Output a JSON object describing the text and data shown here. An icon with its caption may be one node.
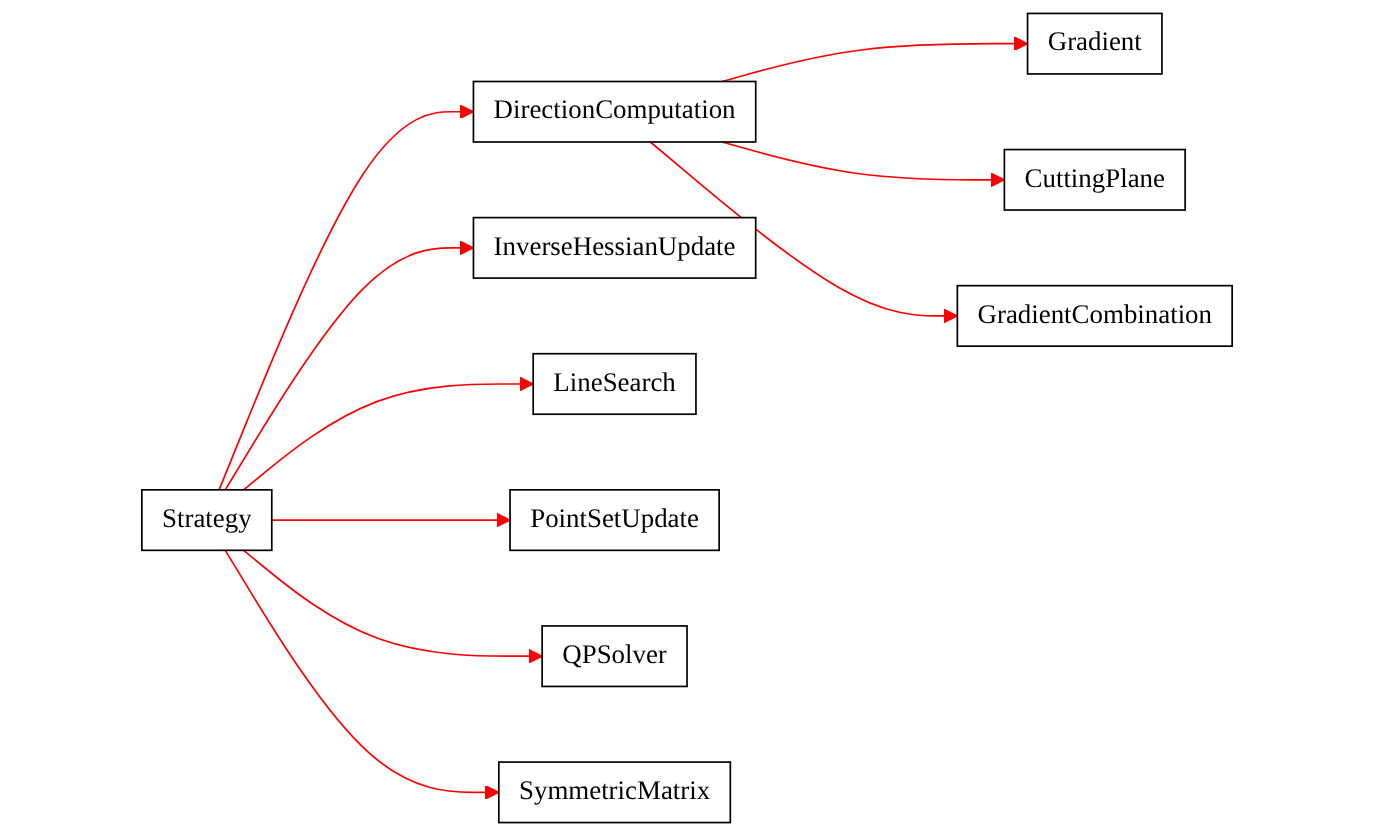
{
  "diagram": {
    "nodes": [
      {
        "text": [
          "Strategy"
        ]
      },
      {
        "text": [
          "DirectionComputation"
        ]
      },
      {
        "text": [
          "InverseHessianUpdate"
        ]
      },
      {
        "text": [
          "LineSearch"
        ]
      },
      {
        "text": [
          "PointSetUpdate"
        ]
      },
      {
        "text": [
          "QPSolver"
        ]
      },
      {
        "text": [
          "SymmetricMatrix"
        ]
      },
      {
        "text": [
          "Gradient"
        ]
      },
      {
        "text": [
          "CuttingPlane"
        ]
      },
      {
        "text": [
          "GradientCombination"
        ]
      }
    ],
    "edges": [
      {
        "from": 0,
        "to": 1,
        "arrow": "to",
        "color": "#ff0000"
      },
      {
        "from": 0,
        "to": 2,
        "arrow": "to",
        "color": "#ff0000"
      },
      {
        "from": 0,
        "to": 3,
        "arrow": "to",
        "color": "#ff0000"
      },
      {
        "from": 0,
        "to": 4,
        "arrow": "to",
        "color": "#ff0000"
      },
      {
        "from": 0,
        "to": 5,
        "arrow": "to",
        "color": "#ff0000"
      },
      {
        "from": 0,
        "to": 6,
        "arrow": "to",
        "color": "#ff0000"
      },
      {
        "from": 1,
        "to": 7,
        "arrow": "to",
        "color": "#ff0000"
      },
      {
        "from": 1,
        "to": 8,
        "arrow": "to",
        "color": "#ff0000"
      },
      {
        "from": 1,
        "to": 9,
        "arrow": "to",
        "color": "#ff0000"
      }
    ]
  }
}
